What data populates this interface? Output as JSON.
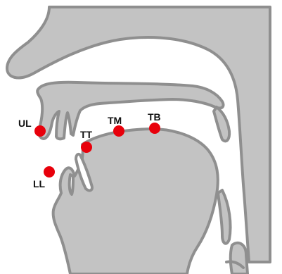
{
  "diagram": {
    "colors": {
      "tissue": "#c3c3c3",
      "outline": "#8f8f8f",
      "background": "#ffffff",
      "marker": "#e8000b"
    },
    "markers": [
      {
        "id": "ul",
        "label": "UL"
      },
      {
        "id": "tt",
        "label": "TT"
      },
      {
        "id": "tm",
        "label": "TM"
      },
      {
        "id": "tb",
        "label": "TB"
      },
      {
        "id": "ll",
        "label": "LL"
      }
    ]
  }
}
